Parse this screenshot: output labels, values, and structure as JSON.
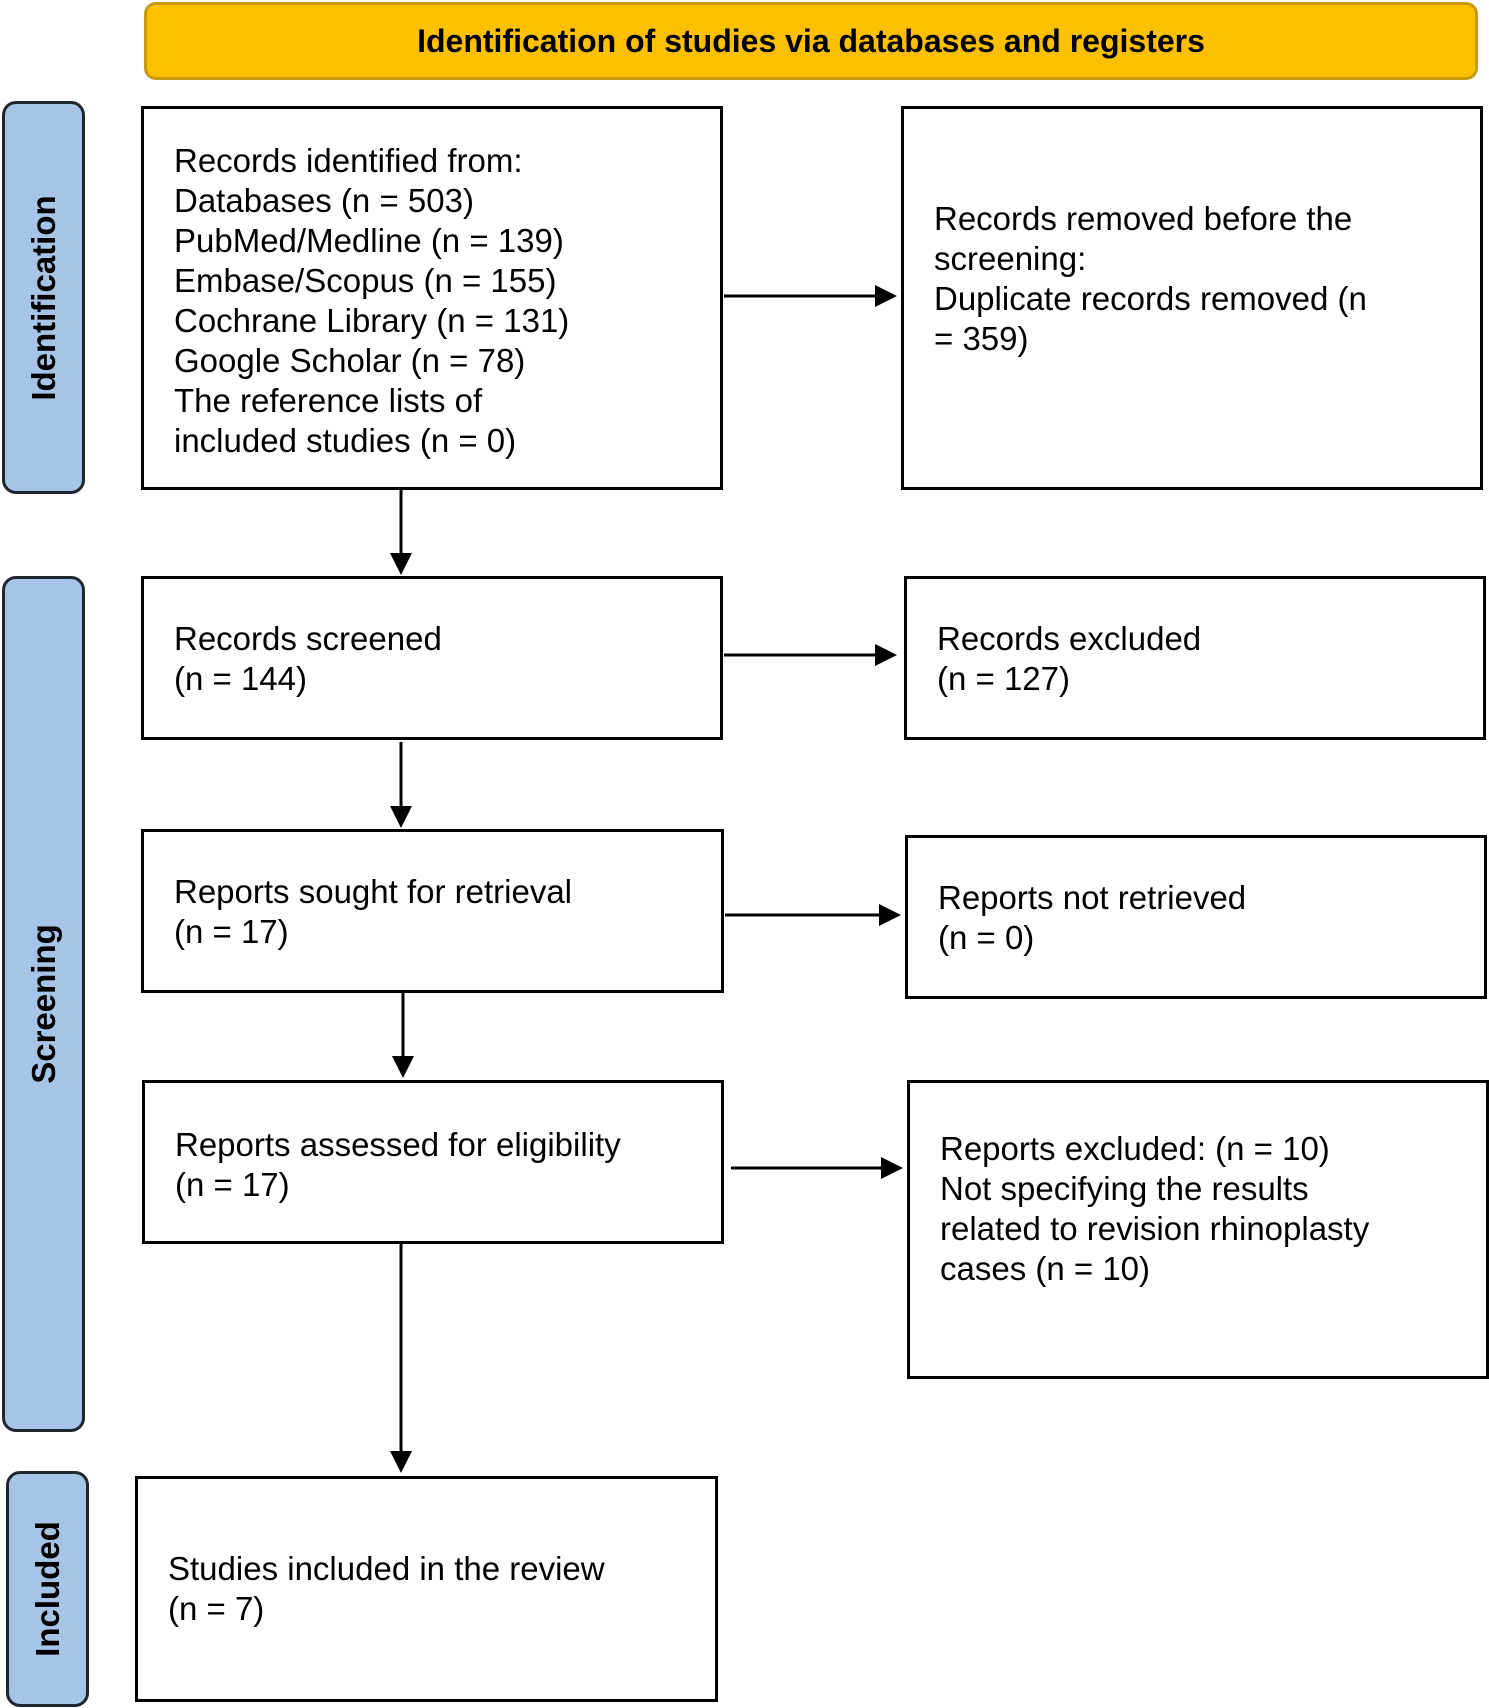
{
  "header": {
    "title": "Identification of studies via databases and registers"
  },
  "phases": {
    "identification": "Identification",
    "screening": "Screening",
    "included": "Included"
  },
  "boxes": {
    "records_identified": {
      "lines": [
        "Records identified from:",
        "Databases (n = 503)",
        "PubMed/Medline (n = 139)",
        "Embase/Scopus (n = 155)",
        "Cochrane Library (n = 131)",
        "Google Scholar (n = 78)",
        "The reference lists of",
        "included studies (n = 0)"
      ]
    },
    "records_removed": {
      "lines": [
        "Records removed before the",
        "screening:",
        "Duplicate records removed (n",
        "= 359)"
      ]
    },
    "records_screened": {
      "lines": [
        "Records screened",
        "(n = 144)"
      ]
    },
    "records_excluded": {
      "lines": [
        "Records excluded",
        "(n = 127)"
      ]
    },
    "reports_sought": {
      "lines": [
        "Reports sought for retrieval",
        "(n = 17)"
      ]
    },
    "reports_not_retrieved": {
      "lines": [
        "Reports not retrieved",
        "(n = 0)"
      ]
    },
    "reports_assessed": {
      "lines": [
        "Reports assessed for eligibility",
        "(n = 17)"
      ]
    },
    "reports_excluded": {
      "lines": [
        "Reports excluded: (n = 10)",
        "Not specifying the results",
        "related to revision rhinoplasty",
        "cases (n = 10)"
      ]
    },
    "studies_included": {
      "lines": [
        "Studies included in the review",
        "(n = 7)"
      ]
    }
  },
  "colors": {
    "header_fill": "#FDC000",
    "phase_fill": "#A6C4E6"
  }
}
